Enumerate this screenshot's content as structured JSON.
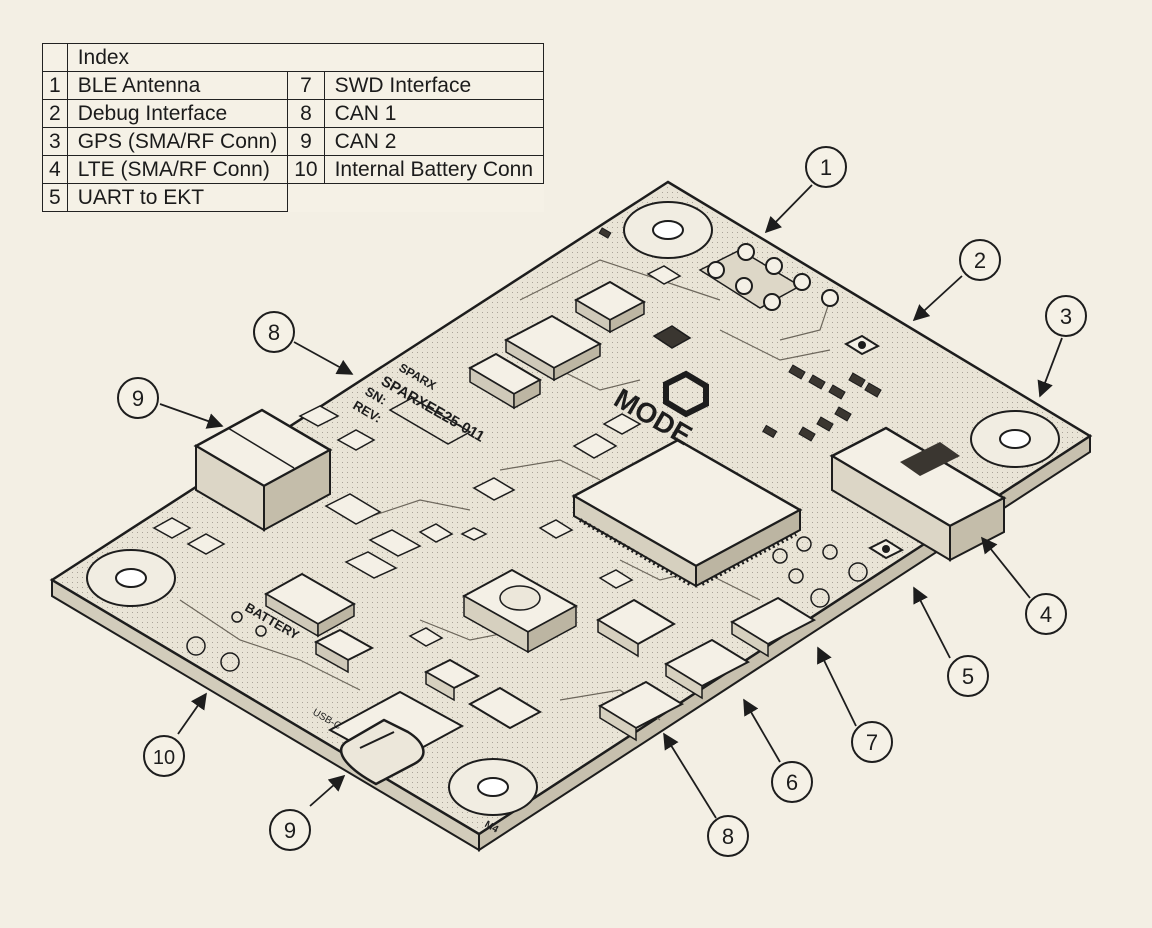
{
  "index_table": {
    "header": "Index",
    "rows": [
      {
        "n1": "1",
        "l1": "BLE Antenna",
        "n2": "7",
        "l2": "SWD Interface"
      },
      {
        "n1": "2",
        "l1": "Debug Interface",
        "n2": "8",
        "l2": "CAN 1"
      },
      {
        "n1": "3",
        "l1": "GPS (SMA/RF Conn)",
        "n2": "9",
        "l2": "CAN 2"
      },
      {
        "n1": "4",
        "l1": "LTE (SMA/RF Conn)",
        "n2": "10",
        "l2": "Internal Battery Conn"
      },
      {
        "n1": "5",
        "l1": "UART to EKT"
      }
    ]
  },
  "callouts": [
    "1",
    "2",
    "3",
    "4",
    "5",
    "6",
    "7",
    "8",
    "9",
    "8",
    "9",
    "10"
  ],
  "board": {
    "brand": "SPARX",
    "model": "SPARXEE25-011",
    "sn_label": "SN:",
    "rev_label": "REV:",
    "logo_text": "MODE",
    "battery_label": "BATTERY",
    "usb_label": "USB-C",
    "corner_mark": "M4"
  },
  "colors": {
    "paper": "#f3efe4",
    "board": "#e9e4d6",
    "ink": "#1d1d1d"
  }
}
